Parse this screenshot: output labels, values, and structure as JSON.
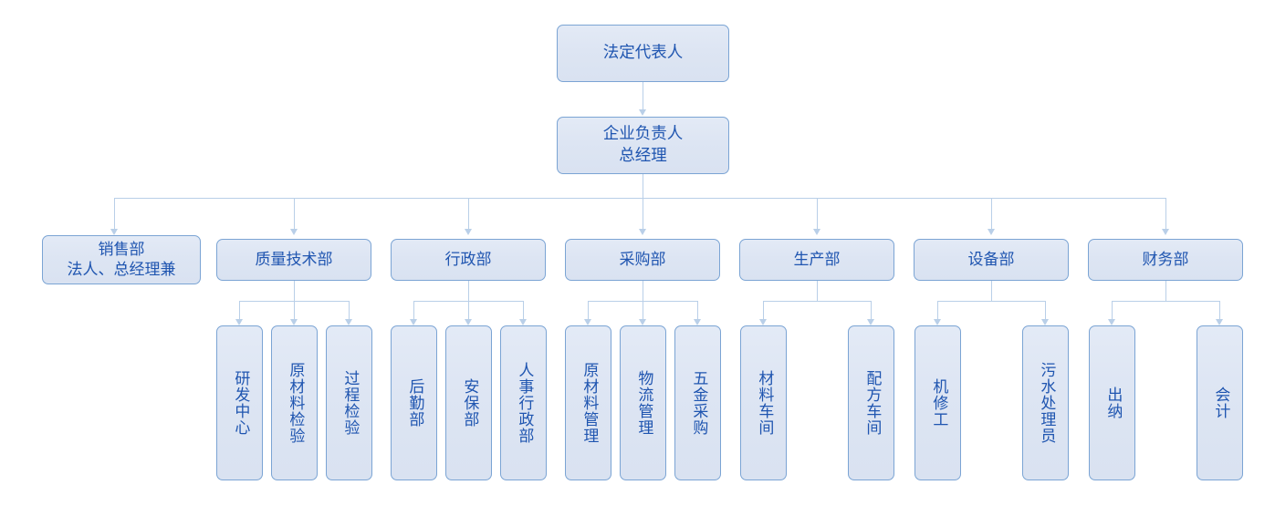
{
  "diagram": {
    "title_top": "法定代表人",
    "colors": {
      "box_fill": "#dde5f3",
      "box_border": "#7ba4d4",
      "text": "#1f55b0",
      "connector": "#b9cfe8",
      "background": "#ffffff"
    }
  },
  "nodes": {
    "legal_representative": "法定代表人",
    "general_manager": "企业负责人\n总经理",
    "sales": "销售部\n法人、总经理兼",
    "quality_tech": "质量技术部",
    "administration": "行政部",
    "purchasing": "采购部",
    "production": "生产部",
    "equipment": "设备部",
    "finance": "财务部"
  },
  "leaves": {
    "rd_center": "研发中心",
    "raw_material_inspection": "原材料检验",
    "process_inspection": "过程检验",
    "logistics_dept": "后勤部",
    "security_dept": "安保部",
    "hr_admin_dept": "人事行政部",
    "raw_material_management": "原材料管理",
    "logistics_management": "物流管理",
    "hardware_purchasing": "五金采购",
    "material_workshop": "材料车间",
    "formula_workshop": "配方车间",
    "mechanic": "机修工",
    "sewage_operator": "污水处理员",
    "cashier": "出纳",
    "accountant": "会计"
  }
}
